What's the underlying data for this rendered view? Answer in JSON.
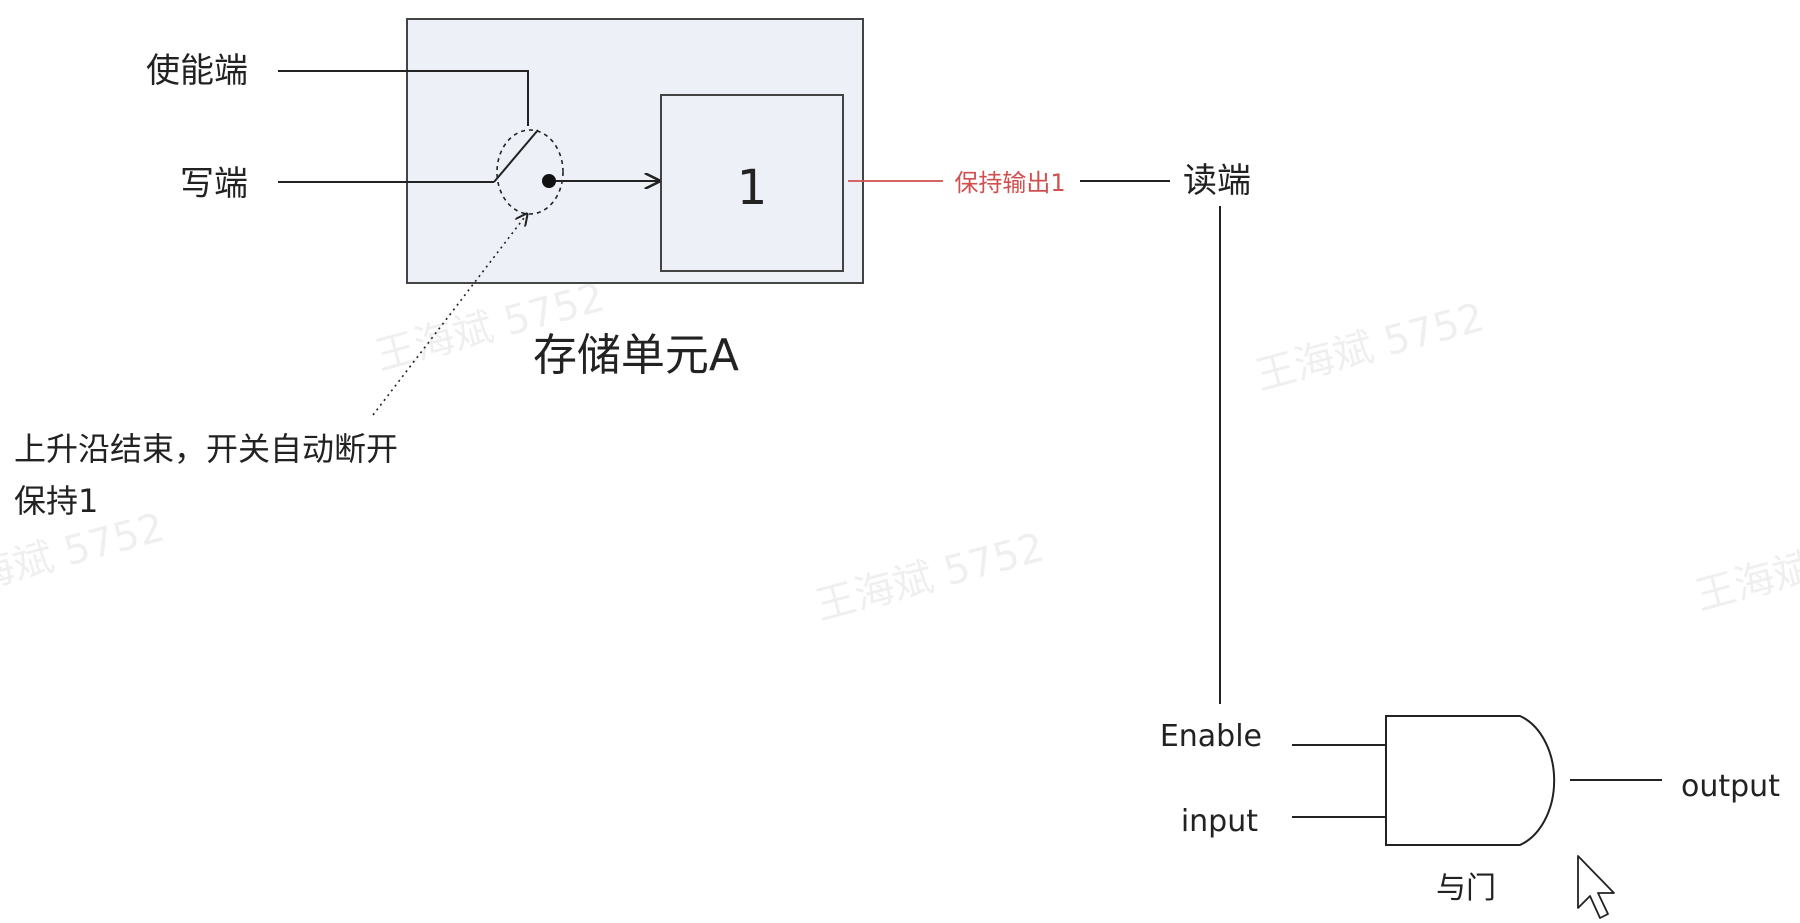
{
  "memory_cell": {
    "title": "存储单元A",
    "stored_value": "1",
    "enable_label": "使能端",
    "write_label": "写端",
    "read_label": "读端",
    "hold_output_label": "保持输出1"
  },
  "annotation": {
    "line1": "上升沿结束，开关自动断开",
    "line2": "保持1"
  },
  "and_gate": {
    "name": "与门",
    "enable_label": "Enable",
    "input_label": "input",
    "output_label": "output"
  },
  "watermark_text": "王海斌 5752",
  "colors": {
    "cell_fill": "#eef0f8",
    "cell_stroke": "#444444",
    "hold_output": "#d05050",
    "text": "#222222"
  }
}
